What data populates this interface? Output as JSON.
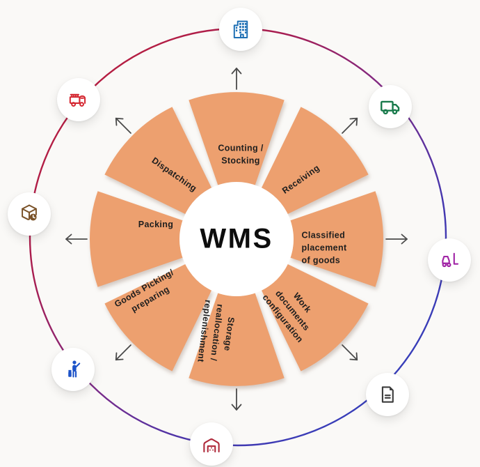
{
  "diagram_title": "WMS",
  "wheel": {
    "segment_color": "#EDA06F",
    "segments": [
      {
        "id": "counting-stocking",
        "label": "Counting /\nStocking"
      },
      {
        "id": "receiving",
        "label": "Receiving"
      },
      {
        "id": "classified-placement",
        "label": "Classified\nplacement\nof goods"
      },
      {
        "id": "work-documents",
        "label": "Work\ndocuments\nconfiguration"
      },
      {
        "id": "storage-reallocation",
        "label": "Storage\nreallocation /\nreplenishment"
      },
      {
        "id": "goods-picking",
        "label": "Goods Picking/\npreparing"
      },
      {
        "id": "packing",
        "label": "Packing"
      },
      {
        "id": "dispatching",
        "label": "Dispatching"
      }
    ]
  },
  "ring": {
    "start": "#C11E35",
    "red_mid": "#A81D50",
    "mid": "#7E2A86",
    "blue_mid": "#4536AE",
    "end": "#2B46C4"
  },
  "arrows": {
    "color": "#4A4A4A",
    "count": 8
  },
  "icons": [
    {
      "name": "office-building-icon",
      "color": "#1E6FB4"
    },
    {
      "name": "delivery-truck-icon",
      "color": "#187A4B"
    },
    {
      "name": "forklift-icon",
      "color": "#A125A6"
    },
    {
      "name": "document-icon",
      "color": "#3C3C3C"
    },
    {
      "name": "warehouse-icon",
      "color": "#B02B3C"
    },
    {
      "name": "worker-icon",
      "color": "#1D53C8"
    },
    {
      "name": "shipping-box-clock-icon",
      "color": "#7A5228"
    },
    {
      "name": "fire-truck-icon",
      "color": "#D4242E"
    }
  ]
}
